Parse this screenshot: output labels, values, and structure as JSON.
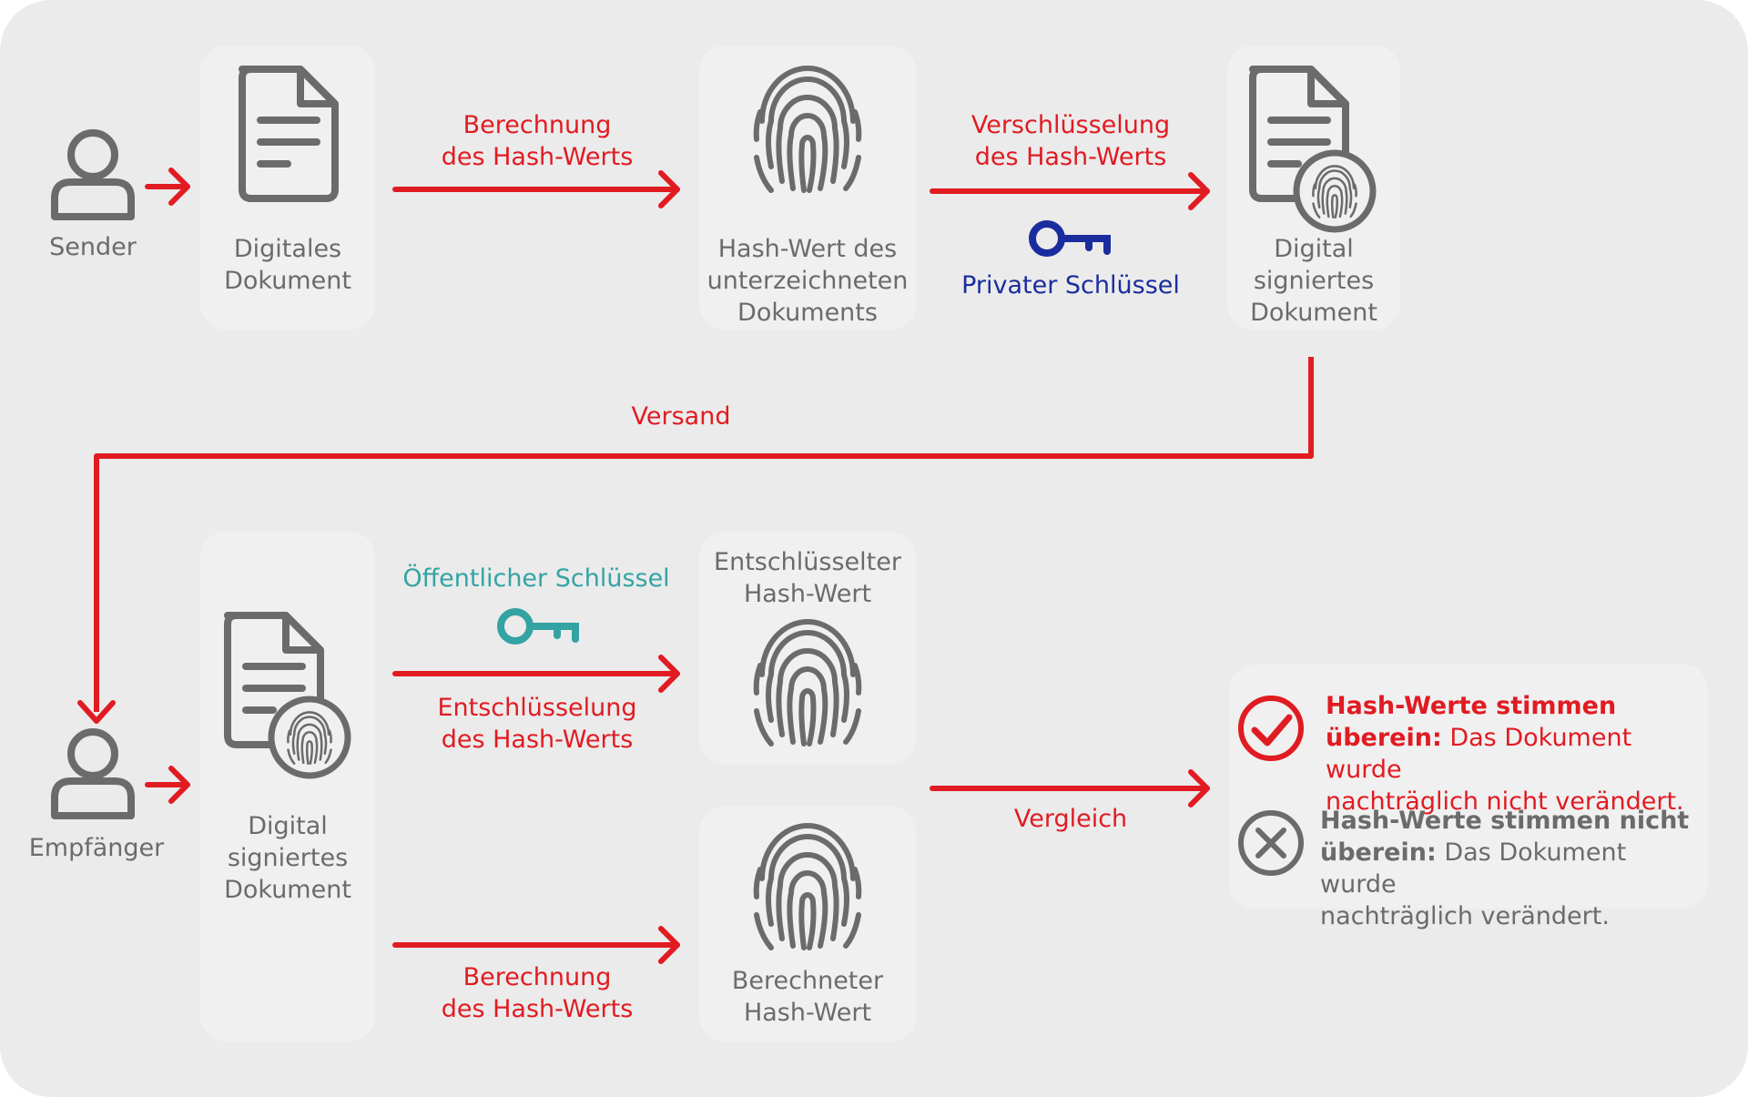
{
  "sender": "Sender",
  "receiver": "Empfänger",
  "top": {
    "doc_label": "Digitales\nDokument",
    "hash_step": "Berechnung\ndes Hash-Werts",
    "hash_label": "Hash-Wert des\nunterzeichneten\nDokuments",
    "encrypt_step": "Verschlüsselung\ndes Hash-Werts",
    "private_key": "Privater Schlüssel",
    "signed_label": "Digital\nsigniertes\nDokument"
  },
  "shipping": "Versand",
  "bottom": {
    "signed_label": "Digital\nsigniertes\nDokument",
    "public_key": "Öffentlicher Schlüssel",
    "decrypt_step": "Entschlüsselung\ndes Hash-Werts",
    "decrypted_label": "Entschlüsselter\nHash-Wert",
    "compute_step": "Berechnung\ndes Hash-Werts",
    "computed_label": "Berechneter\nHash-Wert",
    "compare": "Vergleich"
  },
  "results": {
    "match_title": "Hash-Werte stimmen\nüberein:",
    "match_text": " Das Dokument wurde\nnachträglich nicht verändert.",
    "nomatch_title": "Hash-Werte stimmen nicht\nüberein:",
    "nomatch_text": "  Das Dokument wurde\nnachträglich verändert."
  },
  "colors": {
    "background": "#ebebeb",
    "card": "#f0f0f0",
    "accent_red": "#e11b22",
    "private_key_blue": "#1b2c9e",
    "public_key_teal": "#34a3a3",
    "icon_grey": "#6b6b6b"
  },
  "icons": [
    "user-icon",
    "document-icon",
    "fingerprint-icon",
    "signed-document-icon",
    "key-icon",
    "check-circle-icon",
    "x-circle-icon",
    "arrow-right-icon"
  ]
}
